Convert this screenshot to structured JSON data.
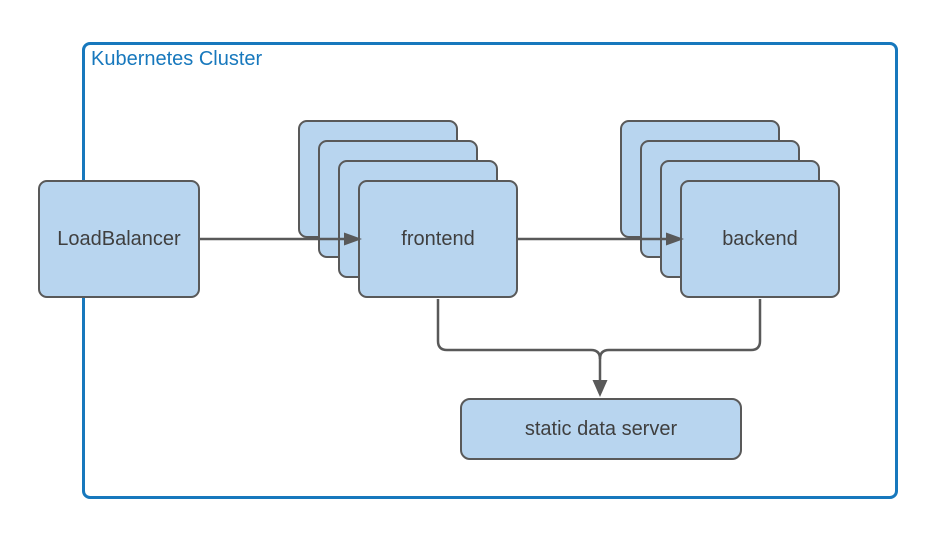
{
  "diagram": {
    "cluster": {
      "label": "Kubernetes Cluster"
    },
    "nodes": {
      "load_balancer": {
        "label": "LoadBalancer",
        "replicas": 1
      },
      "frontend": {
        "label": "frontend",
        "replicas": 4
      },
      "backend": {
        "label": "backend",
        "replicas": 4
      },
      "static_data_server": {
        "label": "static data server",
        "replicas": 1
      }
    },
    "edges": [
      {
        "from": "LoadBalancer",
        "to": "frontend",
        "arrow": true
      },
      {
        "from": "frontend",
        "to": "backend",
        "arrow": true
      },
      {
        "from": "frontend",
        "to": "static data server",
        "arrow": true
      },
      {
        "from": "backend",
        "to": "static data server",
        "arrow": true
      }
    ],
    "colors": {
      "cluster_border": "#1778bd",
      "cluster_label": "#1778bd",
      "node_fill": "#b8d5ef",
      "node_border": "#595959",
      "connector": "#595959",
      "label_text": "#3f3f3f",
      "background": "#ffffff"
    }
  }
}
